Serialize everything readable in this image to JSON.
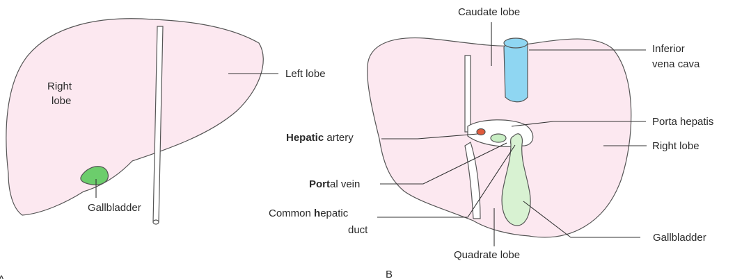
{
  "colors": {
    "liver": "#fce8f0",
    "liver_outline": "#555555",
    "gallbladder": "#d8f2d2",
    "gallbladder_dark": "#6ccd6c",
    "ivc": "#8fd6f2",
    "hepatic_artery": "#e05a3c",
    "portal_vein": "#c8eec4"
  },
  "panel_a": {
    "panel_letter": "A",
    "labels": {
      "right_lobe_line1": "Right",
      "right_lobe_line2": "lobe",
      "left_lobe": "Left lobe",
      "gallbladder": "Gallbladder"
    }
  },
  "panel_b": {
    "panel_letter": "B",
    "labels": {
      "caudate_lobe": "Caudate lobe",
      "ivc_line1": "Inferior",
      "ivc_line2": "vena cava",
      "porta_hepatis": "Porta hepatis",
      "right_lobe": "Right lobe",
      "gallbladder": "Gallbladder",
      "quadrate_lobe": "Quadrate lobe",
      "hepatic_artery_bold": "Hepatic",
      "hepatic_artery_rest": " artery",
      "portal_vein_bold": "Port",
      "portal_vein_rest": "al vein",
      "common_hepatic_duct_line1": "Common ",
      "common_hepatic_duct_line1_bold": "h",
      "common_hepatic_duct_line1_rest": "epatic",
      "common_hepatic_duct_line2": "duct"
    }
  }
}
